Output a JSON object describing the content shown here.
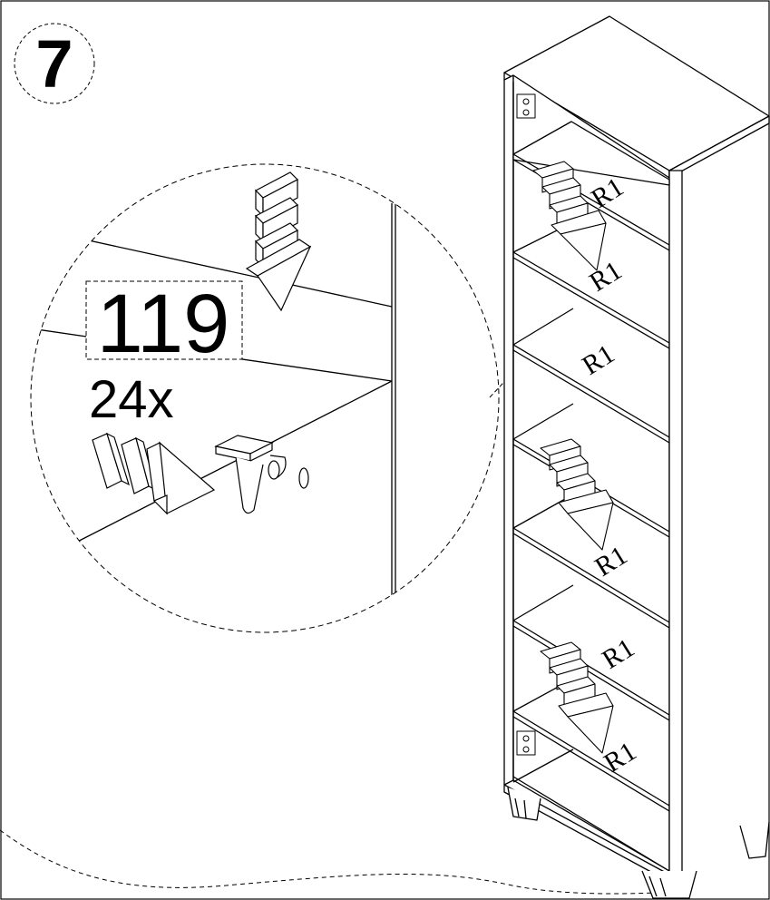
{
  "step": {
    "number": "7"
  },
  "detail": {
    "part_code": "119",
    "quantity": "24x"
  },
  "cabinet": {
    "shelf_labels": [
      "R1",
      "R1",
      "R1",
      "R1",
      "R1",
      "R1"
    ]
  },
  "colors": {
    "line": "#000000",
    "background": "#ffffff",
    "arrow_fill": "#ffffff"
  }
}
